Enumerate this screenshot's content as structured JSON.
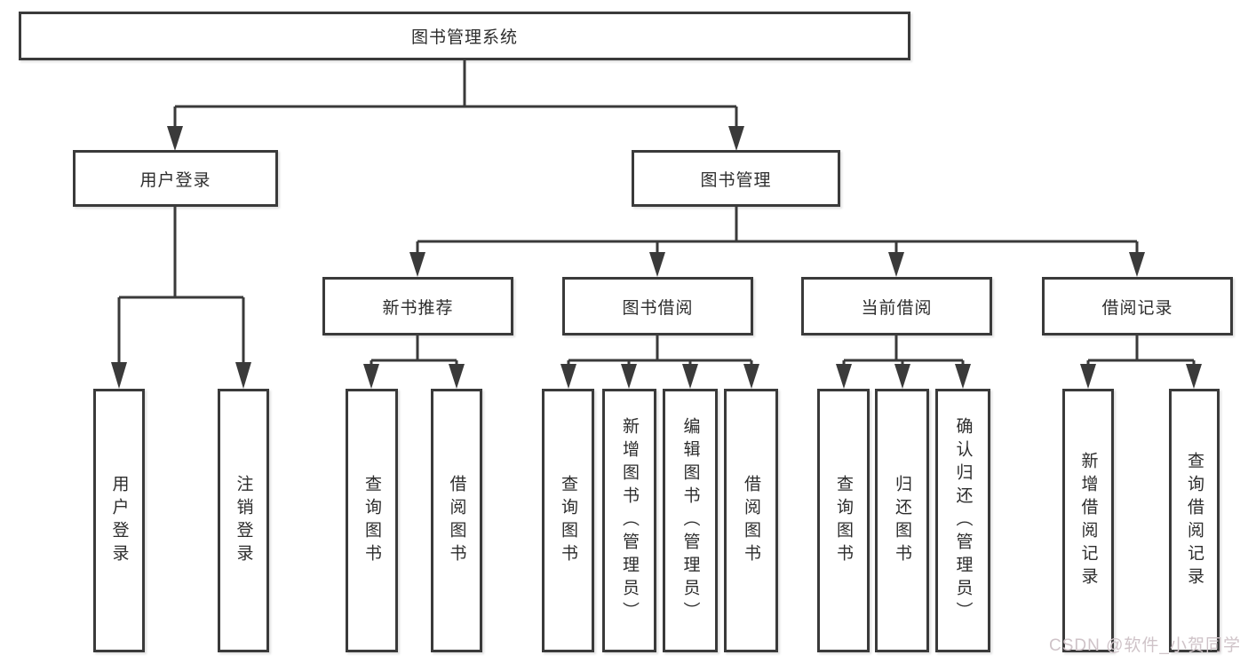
{
  "diagram": {
    "root": {
      "label": "图书管理系统"
    },
    "branches": [
      {
        "label": "用户登录",
        "children": [
          {
            "label": "用户登录"
          },
          {
            "label": "注销登录"
          }
        ]
      },
      {
        "label": "图书管理",
        "children": [
          {
            "label": "新书推荐",
            "children": [
              {
                "label": "查询图书"
              },
              {
                "label": "借阅图书"
              }
            ]
          },
          {
            "label": "图书借阅",
            "children": [
              {
                "label": "查询图书"
              },
              {
                "label": "新增图书（管理员）"
              },
              {
                "label": "编辑图书（管理员）"
              },
              {
                "label": "借阅图书"
              }
            ]
          },
          {
            "label": "当前借阅",
            "children": [
              {
                "label": "查询图书"
              },
              {
                "label": "归还图书"
              },
              {
                "label": "确认归还（管理员）"
              }
            ]
          },
          {
            "label": "借阅记录",
            "children": [
              {
                "label": "新增借阅记录"
              },
              {
                "label": "查询借阅记录"
              }
            ]
          }
        ]
      }
    ]
  },
  "watermark": {
    "text": "CSDN @软件_小贺同学",
    "color": "#cfc3c8"
  },
  "colors": {
    "line": "#3a3a3a",
    "text": "#2d2d2d",
    "background": "#ffffff"
  }
}
